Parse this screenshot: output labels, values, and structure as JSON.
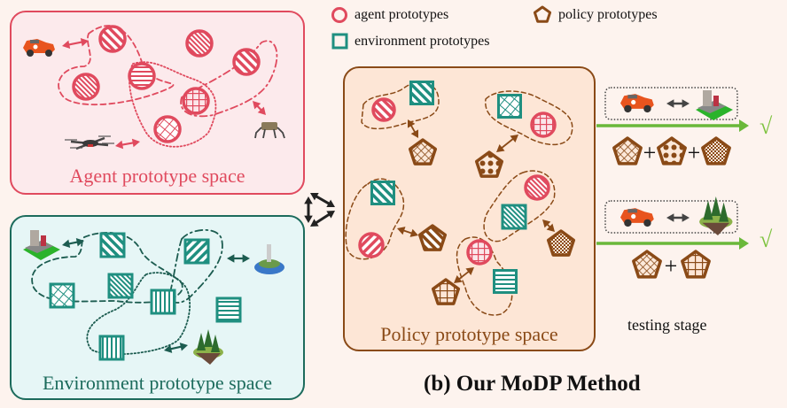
{
  "legend": {
    "agent": "agent prototypes",
    "policy": "policy prototypes",
    "environment": "environment prototypes"
  },
  "panels": {
    "agent": {
      "title": "Agent prototype space",
      "entities": [
        "car",
        "drone",
        "quadruped robot"
      ]
    },
    "environment": {
      "title": "Environment prototype space",
      "entities": [
        "city block",
        "island with lighthouse",
        "forest island"
      ]
    },
    "policy": {
      "title": "Policy prototype space"
    }
  },
  "testing": {
    "label": "testing stage",
    "cases": [
      {
        "agent": "car",
        "environment": "city block",
        "policies": [
          "cross-hatch",
          "diamond-dots",
          "checker"
        ],
        "operator": "+",
        "result": "√"
      },
      {
        "agent": "car",
        "environment": "forest island",
        "policies": [
          "cross-hatch",
          "grid"
        ],
        "operator": "+",
        "result": "√"
      }
    ]
  },
  "caption": "(b) Our MoDP Method",
  "colors": {
    "agent": "#e04a5e",
    "environment": "#1f8f80",
    "policy": "#8a4a17",
    "check": "#7cc23d",
    "arrow_green": "#6ab83a"
  }
}
